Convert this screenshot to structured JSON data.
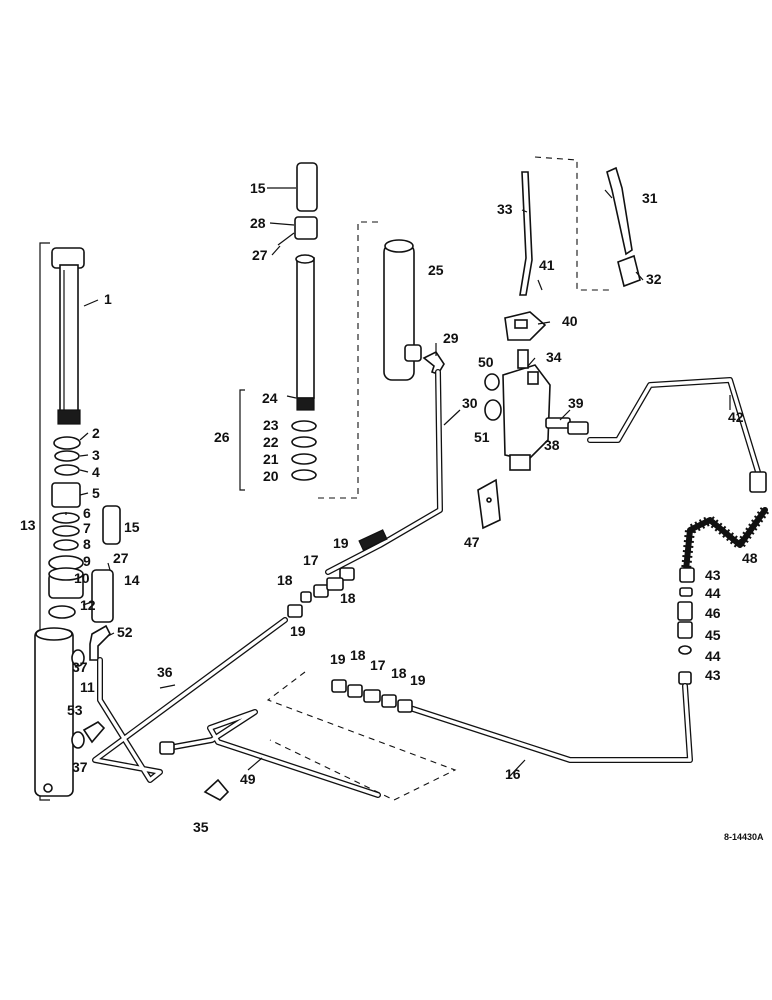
{
  "diagram": {
    "labels": {
      "p1": "1",
      "p2": "2",
      "p3": "3",
      "p4": "4",
      "p5": "5",
      "p6": "6",
      "p7": "7",
      "p8": "8",
      "p9": "9",
      "p10": "10",
      "p11": "11",
      "p12": "12",
      "p13": "13",
      "p14": "14",
      "p15a": "15",
      "p15b": "15",
      "p16": "16",
      "p17a": "17",
      "p17b": "17",
      "p18a": "18",
      "p18b": "18",
      "p18c": "18",
      "p18d": "18",
      "p19a": "19",
      "p19b": "19",
      "p19c": "19",
      "p19d": "19",
      "p20": "20",
      "p21": "21",
      "p22": "22",
      "p23": "23",
      "p24": "24",
      "p25": "25",
      "p26": "26",
      "p27a": "27",
      "p27b": "27",
      "p28": "28",
      "p29": "29",
      "p30": "30",
      "p31": "31",
      "p32": "32",
      "p33": "33",
      "p34": "34",
      "p35": "35",
      "p36": "36",
      "p37a": "37",
      "p37b": "37",
      "p38": "38",
      "p39": "39",
      "p40": "40",
      "p41": "41",
      "p42": "42",
      "p43a": "43",
      "p43b": "43",
      "p44a": "44",
      "p44b": "44",
      "p45": "45",
      "p46": "46",
      "p47": "47",
      "p48": "48",
      "p49": "49",
      "p50": "50",
      "p51": "51",
      "p52": "52",
      "p53": "53"
    },
    "drawing_number": "8-14430A"
  }
}
